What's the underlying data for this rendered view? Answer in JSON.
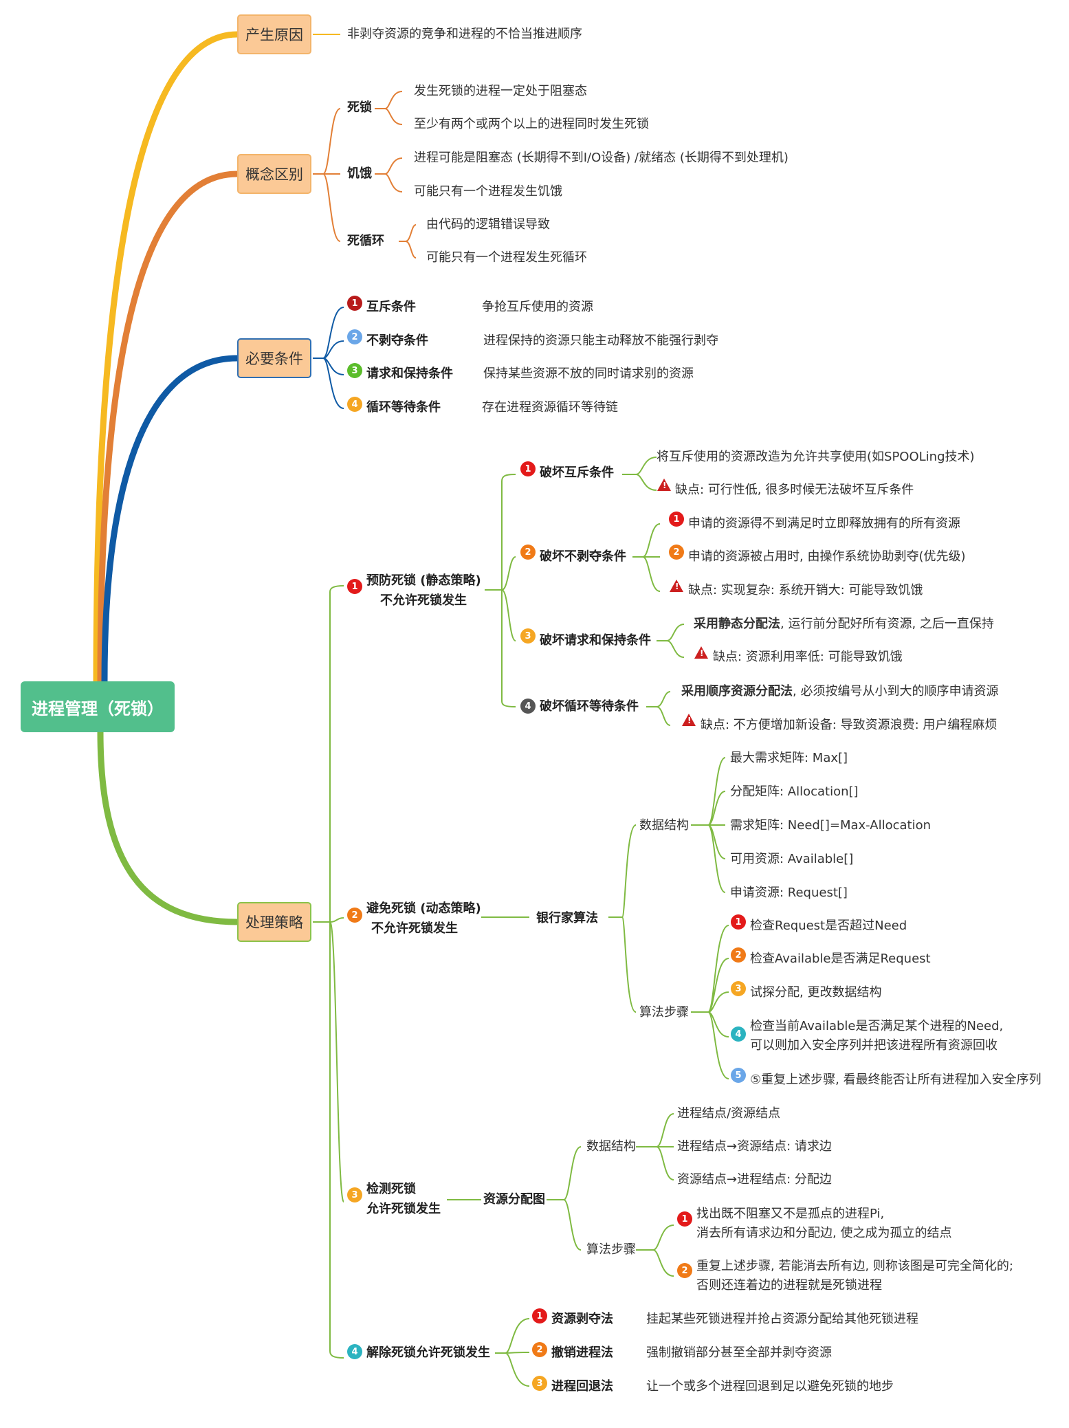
{
  "colors": {
    "root": "#52bf8c",
    "cat_fill": "#fbc996",
    "yellow": "#f6b921",
    "orange": "#e27f36",
    "blue": "#0f5aa5",
    "green": "#7fba42",
    "badge_red": "#e31a1a",
    "badge_orange": "#f07a17",
    "badge_amber": "#f5a623",
    "badge_dark": "#555555",
    "badge_blue": "#6aa6e8",
    "badge_green": "#5bbd2b",
    "badge_teal": "#2bb3c0",
    "warning": "#cc1f1f"
  },
  "root": {
    "title": "进程管理（死锁）"
  },
  "cause": {
    "label": "产生原因",
    "desc": "非剥夺资源的竞争和进程的不恰当推进顺序"
  },
  "concepts": {
    "label": "概念区别",
    "deadlock": {
      "name": "死锁",
      "items": [
        "发生死锁的进程一定处于阻塞态",
        "至少有两个或两个以上的进程同时发生死锁"
      ]
    },
    "starvation": {
      "name": "饥饿",
      "items": [
        "进程可能是阻塞态 (长期得不到I/O设备) /就绪态 (长期得不到处理机)",
        "可能只有一个进程发生饥饿"
      ]
    },
    "infinite_loop": {
      "name": "死循环",
      "items": [
        "由代码的逻辑错误导致",
        "可能只有一个进程发生死循环"
      ]
    }
  },
  "conditions": {
    "label": "必要条件",
    "items": [
      {
        "num": "1",
        "name": "互斥条件",
        "desc": "争抢互斥使用的资源"
      },
      {
        "num": "2",
        "name": "不剥夺条件",
        "desc": "进程保持的资源只能主动释放不能强行剥夺"
      },
      {
        "num": "3",
        "name": "请求和保持条件",
        "desc": "保持某些资源不放的同时请求别的资源"
      },
      {
        "num": "4",
        "name": "循环等待条件",
        "desc": "存在进程资源循环等待链"
      }
    ]
  },
  "strategies": {
    "label": "处理策略",
    "prevent": {
      "num": "1",
      "line1": "预防死锁 (静态策略)",
      "line2": "不允许死锁发生",
      "mutex": {
        "num": "1",
        "name": "破坏互斥条件",
        "item": "将互斥使用的资源改造为允许共享使用(如SPOOLing技术)",
        "warn": "缺点: 可行性低, 很多时候无法破坏互斥条件"
      },
      "nopreempt": {
        "num": "2",
        "name": "破坏不剥夺条件",
        "items": [
          "申请的资源得不到满足时立即释放拥有的所有资源",
          "申请的资源被占用时, 由操作系统协助剥夺(优先级)"
        ],
        "warn": "缺点: 实现复杂: 系统开销大: 可能导致饥饿"
      },
      "holdwait": {
        "num": "3",
        "name": "破坏请求和保持条件",
        "bold": "采用静态分配法",
        "rest": ", 运行前分配好所有资源, 之后一直保持",
        "warn": "缺点: 资源利用率低: 可能导致饥饿"
      },
      "circular": {
        "num": "4",
        "name": "破坏循环等待条件",
        "bold": "采用顺序资源分配法",
        "rest": ", 必须按编号从小到大的顺序申请资源",
        "warn": "缺点: 不方便增加新设备: 导致资源浪费: 用户编程麻烦"
      }
    },
    "avoid": {
      "num": "2",
      "line1": "避免死锁 (动态策略)",
      "line2": "不允许死锁发生",
      "algorithm": "银行家算法",
      "ds_label": "数据结构",
      "ds_items": [
        "最大需求矩阵: Max[]",
        "分配矩阵: Allocation[]",
        "需求矩阵: Need[]=Max-Allocation",
        "可用资源: Available[]",
        "申请资源: Request[]"
      ],
      "steps_label": "算法步骤",
      "steps": [
        {
          "num": "1",
          "line1": "检查Request是否超过Need",
          "line2": ""
        },
        {
          "num": "2",
          "line1": "检查Available是否满足Request",
          "line2": ""
        },
        {
          "num": "3",
          "line1": "试探分配, 更改数据结构",
          "line2": ""
        },
        {
          "num": "4",
          "line1": "检查当前Available是否满足某个进程的Need,",
          "line2": "可以则加入安全序列并把该进程所有资源回收"
        },
        {
          "num": "5",
          "line1": "⑤重复上述步骤, 看最终能否让所有进程加入安全序列",
          "line2": ""
        }
      ]
    },
    "detect": {
      "num": "3",
      "line1": "检测死锁",
      "line2": "允许死锁发生",
      "graph": "资源分配图",
      "ds_label": "数据结构",
      "ds_items": [
        "进程结点/资源结点",
        "进程结点→资源结点: 请求边",
        "资源结点→进程结点: 分配边"
      ],
      "steps_label": "算法步骤",
      "steps": [
        {
          "num": "1",
          "line1": "找出既不阻塞又不是孤点的进程Pi,",
          "line2": "消去所有请求边和分配边, 使之成为孤立的结点"
        },
        {
          "num": "2",
          "line1": "重复上述步骤, 若能消去所有边, 则称该图是可完全简化的;",
          "line2": "否则还连着边的进程就是死锁进程"
        }
      ]
    },
    "recover": {
      "num": "4",
      "label": "解除死锁允许死锁发生",
      "items": [
        {
          "num": "1",
          "name": "资源剥夺法",
          "desc": "挂起某些死锁进程并抢占资源分配给其他死锁进程"
        },
        {
          "num": "2",
          "name": "撤销进程法",
          "desc": "强制撤销部分甚至全部并剥夺资源"
        },
        {
          "num": "3",
          "name": "进程回退法",
          "desc": "让一个或多个进程回退到足以避免死锁的地步"
        }
      ]
    }
  }
}
